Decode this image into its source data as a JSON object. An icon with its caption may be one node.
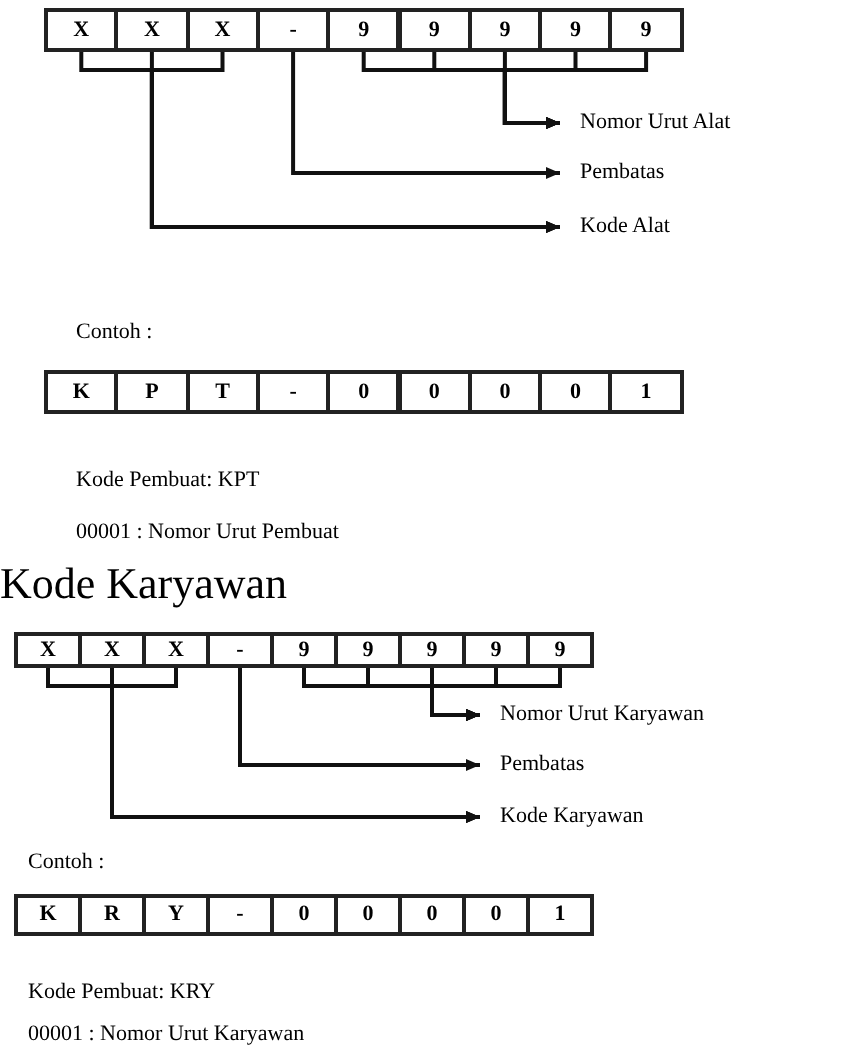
{
  "diagram": {
    "nodes": [
      {
        "text": [
          "X"
        ]
      },
      {
        "text": [
          "X"
        ]
      },
      {
        "text": [
          "X"
        ]
      },
      {
        "text": [
          "-"
        ]
      },
      {
        "text": [
          "9"
        ]
      },
      {
        "text": [
          "9"
        ]
      },
      {
        "text": [
          "9"
        ]
      },
      {
        "text": [
          "9"
        ]
      },
      {
        "text": [
          "9"
        ]
      },
      {
        "text": [
          "Nomor Urut Alat"
        ]
      },
      {
        "text": [
          "Pembatas"
        ]
      },
      {
        "text": [
          "Kode Alat"
        ]
      },
      {
        "text": [
          "K"
        ]
      },
      {
        "text": [
          "P"
        ]
      },
      {
        "text": [
          "T"
        ]
      },
      {
        "text": [
          "-"
        ]
      },
      {
        "text": [
          "0"
        ]
      },
      {
        "text": [
          "0"
        ]
      },
      {
        "text": [
          "0"
        ]
      },
      {
        "text": [
          "0"
        ]
      },
      {
        "text": [
          "1"
        ]
      },
      {
        "text": [
          "X"
        ]
      },
      {
        "text": [
          "X"
        ]
      },
      {
        "text": [
          "X"
        ]
      },
      {
        "text": [
          "-"
        ]
      },
      {
        "text": [
          "9"
        ]
      },
      {
        "text": [
          "9"
        ]
      },
      {
        "text": [
          "9"
        ]
      },
      {
        "text": [
          "9"
        ]
      },
      {
        "text": [
          "9"
        ]
      },
      {
        "text": [
          "Nomor Urut Karyawan"
        ]
      },
      {
        "text": [
          "Pembatas"
        ]
      },
      {
        "text": [
          "Kode Karyawan"
        ]
      },
      {
        "text": [
          "K"
        ]
      },
      {
        "text": [
          "R"
        ]
      },
      {
        "text": [
          "Y"
        ]
      },
      {
        "text": [
          "-"
        ]
      },
      {
        "text": [
          "0"
        ]
      },
      {
        "text": [
          "0"
        ]
      },
      {
        "text": [
          "0"
        ]
      },
      {
        "text": [
          "0"
        ]
      },
      {
        "text": [
          "1"
        ]
      }
    ],
    "edges": [
      {
        "from": 0,
        "to": 11,
        "arrow": "to"
      },
      {
        "from": 1,
        "to": 11,
        "arrow": "to"
      },
      {
        "from": 2,
        "to": 11,
        "arrow": "to"
      },
      {
        "from": 3,
        "to": 10,
        "arrow": "to"
      },
      {
        "from": 4,
        "to": 9,
        "arrow": "to"
      },
      {
        "from": 5,
        "to": 9,
        "arrow": "to"
      },
      {
        "from": 6,
        "to": 9,
        "arrow": "to"
      },
      {
        "from": 7,
        "to": 9,
        "arrow": "to"
      },
      {
        "from": 8,
        "to": 9,
        "arrow": "to"
      },
      {
        "from": 21,
        "to": 32,
        "arrow": "to"
      },
      {
        "from": 22,
        "to": 32,
        "arrow": "to"
      },
      {
        "from": 23,
        "to": 32,
        "arrow": "to"
      },
      {
        "from": 24,
        "to": 31,
        "arrow": "to"
      },
      {
        "from": 25,
        "to": 30,
        "arrow": "to"
      },
      {
        "from": 26,
        "to": 30,
        "arrow": "to"
      },
      {
        "from": 27,
        "to": 30,
        "arrow": "to"
      },
      {
        "from": 28,
        "to": 30,
        "arrow": "to"
      },
      {
        "from": 29,
        "to": 30,
        "arrow": "to"
      }
    ],
    "labels": [
      "Contoh :",
      "Kode Pembuat: KPT",
      "00001 : Nomor Urut Pembuat",
      "Kode Karyawan",
      "Contoh :",
      "Kode Pembuat: KRY",
      "00001 : Nomor Urut Karyawan"
    ]
  }
}
